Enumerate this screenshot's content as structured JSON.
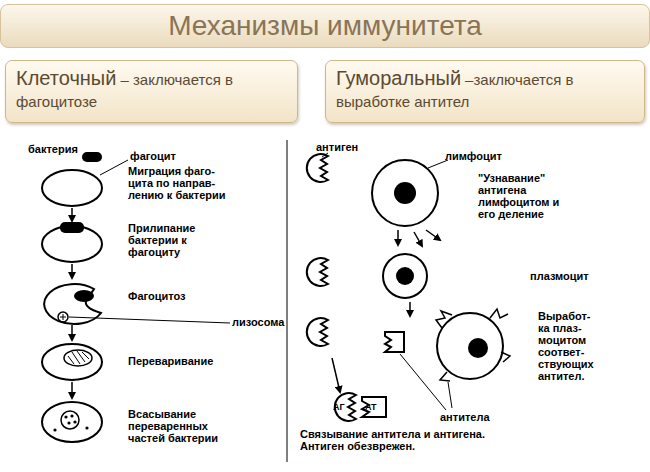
{
  "diagram": {
    "title": "Механизмы иммунитета",
    "nodes": [
      {
        "text": [
          "Клеточный",
          "– заключается в фагоцитозе"
        ]
      },
      {
        "text": [
          "Гуморальный",
          "–заключается в выработке антител"
        ]
      }
    ],
    "labels": [
      "бактерия",
      "фагоцит",
      "Миграция фаго- цита по направ- лению к бактерии",
      "Прилипание бактерии к фагоциту",
      "Фагоцитоз",
      "лизосома",
      "Переваривание",
      "Всасывание переваренных частей бактерии",
      "антиген",
      "лимфоцит",
      "\"Узнавание\" антигена лимфоцитом и его деление",
      "плазмоцит",
      "Выработ- ка плаз- моцитом соответ- ствующих антител.",
      "антитела",
      "АГ",
      "АТ",
      "Связывание антитела и антигена. Антиген обезврежен."
    ]
  }
}
